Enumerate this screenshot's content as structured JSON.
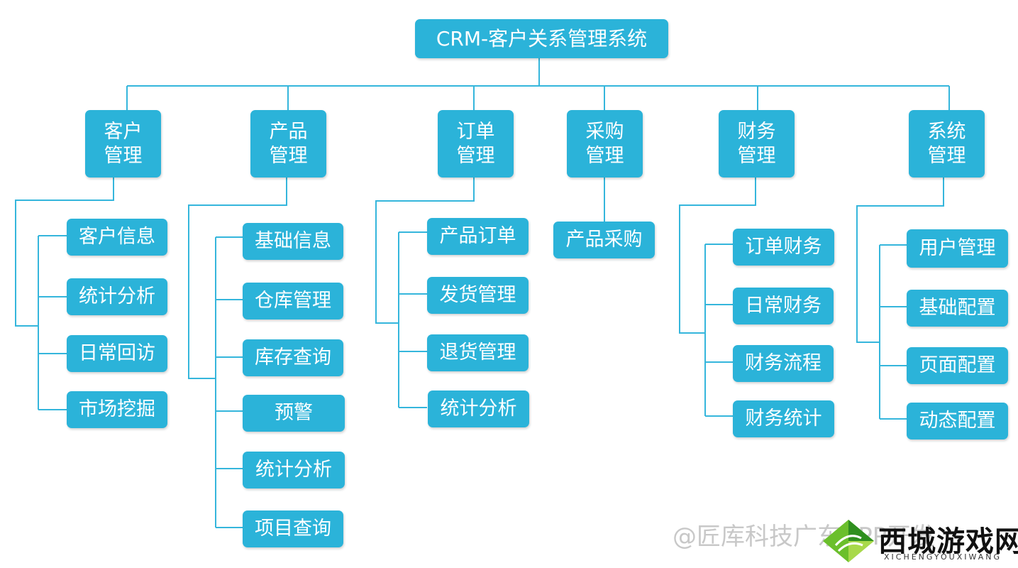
{
  "root": {
    "label": "CRM-客户关系管理系统"
  },
  "categories": [
    {
      "line1": "客户",
      "line2": "管理",
      "items": [
        "客户信息",
        "统计分析",
        "日常回访",
        "市场挖掘"
      ]
    },
    {
      "line1": "产品",
      "line2": "管理",
      "items": [
        "基础信息",
        "仓库管理",
        "库存查询",
        "预警",
        "统计分析",
        "项目查询"
      ]
    },
    {
      "line1": "订单",
      "line2": "管理",
      "items": [
        "产品订单",
        "发货管理",
        "退货管理",
        "统计分析"
      ]
    },
    {
      "line1": "采购",
      "line2": "管理",
      "items": [
        "产品采购"
      ]
    },
    {
      "line1": "财务",
      "line2": "管理",
      "items": [
        "订单财务",
        "日常财务",
        "财务流程",
        "财务统计"
      ]
    },
    {
      "line1": "系统",
      "line2": "管理",
      "items": [
        "用户管理",
        "基础配置",
        "页面配置",
        "动态配置"
      ]
    }
  ],
  "watermark": {
    "text": "@匠库科技广东APP开发",
    "logo_cn": "西城游戏网",
    "logo_en": "XICHENGYOUXIWANG"
  },
  "colors": {
    "box": "#2bb3d9",
    "line": "#35b6dc",
    "text": "#ffffff"
  }
}
